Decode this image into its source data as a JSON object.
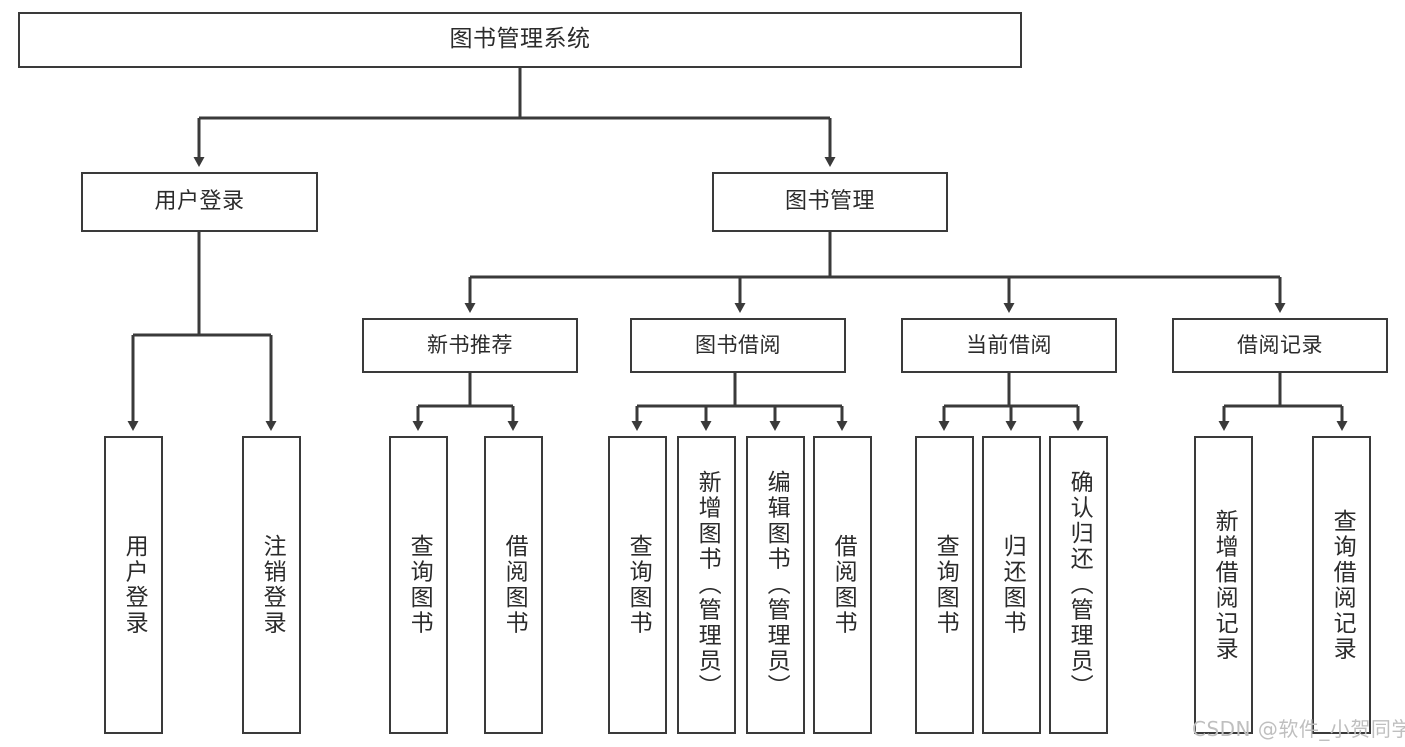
{
  "diagram": {
    "type": "tree-hierarchy",
    "title": "图书管理系统",
    "background_color": "#ffffff",
    "line_color": "#3a3a3a",
    "text_color": "#2b2b2b",
    "root": {
      "label": "图书管理系统"
    },
    "level2": [
      {
        "label": "用户登录"
      },
      {
        "label": "图书管理"
      }
    ],
    "level3": [
      {
        "label": "新书推荐"
      },
      {
        "label": "图书借阅"
      },
      {
        "label": "当前借阅"
      },
      {
        "label": "借阅记录"
      }
    ],
    "leaves": {
      "user_login": [
        {
          "label": "用户登录"
        },
        {
          "label": "注销登录"
        }
      ],
      "new_book_recommend": [
        {
          "label": "查询图书"
        },
        {
          "label": "借阅图书"
        }
      ],
      "book_borrow": [
        {
          "label": "查询图书"
        },
        {
          "label": "新增图书（管理员）"
        },
        {
          "label": "编辑图书（管理员）"
        },
        {
          "label": "借阅图书"
        }
      ],
      "current_borrow": [
        {
          "label": "查询图书"
        },
        {
          "label": "归还图书"
        },
        {
          "label": "确认归还（管理员）"
        }
      ],
      "borrow_record": [
        {
          "label": "新增借阅记录"
        },
        {
          "label": "查询借阅记录"
        }
      ]
    },
    "watermark": "CSDN @软件_小贺同学"
  }
}
